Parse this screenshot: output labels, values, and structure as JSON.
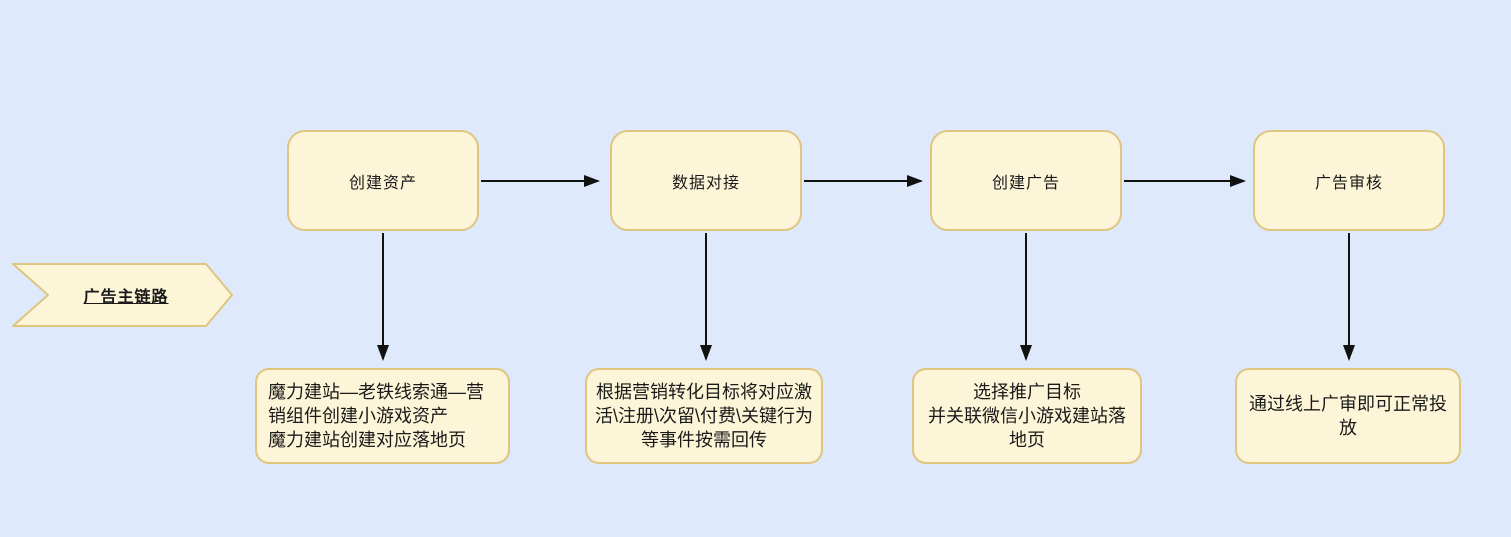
{
  "banner": {
    "label": "广告主链路"
  },
  "flow": {
    "steps": [
      {
        "title": "创建资产",
        "note": "魔力建站—老铁线索通—营销组件创建小游戏资产\n魔力建站创建对应落地页"
      },
      {
        "title": "数据对接",
        "note": "根据营销转化目标将对应激活\\注册\\次留\\付费\\关键行为等事件按需回传"
      },
      {
        "title": "创建广告",
        "note": "选择推广目标\n并关联微信小游戏建站落地页"
      },
      {
        "title": "广告审核",
        "note": "通过线上广审即可正常投放"
      }
    ]
  },
  "colors": {
    "background": "#dee9fb",
    "node_fill": "#fdf5d8",
    "node_border": "#dfc57f",
    "arrow": "#111111",
    "text": "#1a1a1a"
  }
}
